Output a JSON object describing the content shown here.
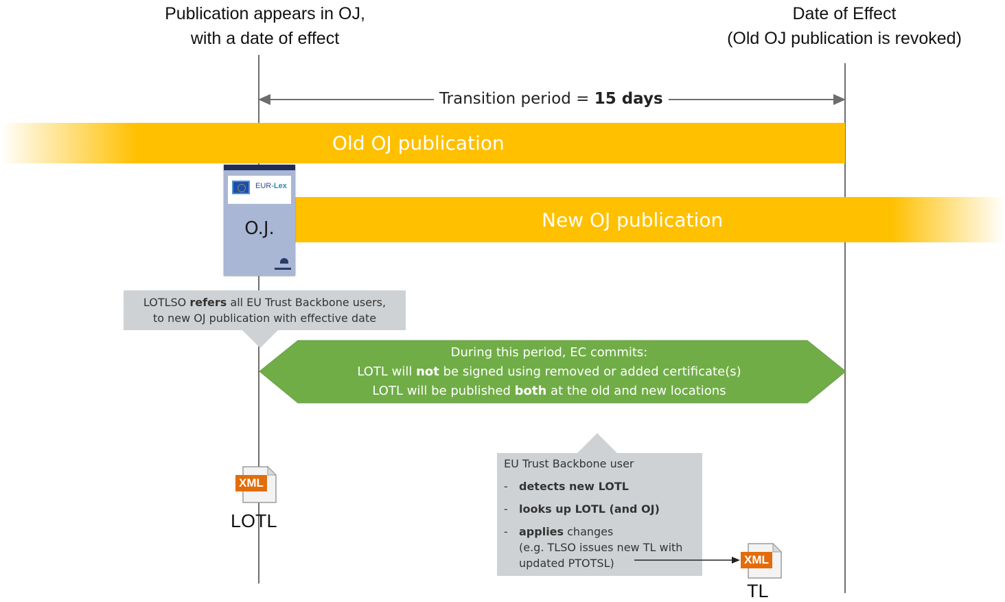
{
  "headers": {
    "left_line1": "Publication appears in OJ,",
    "left_line2": "with a date of effect",
    "right_line1": "Date of Effect",
    "right_line2": "(Old OJ publication is revoked)"
  },
  "transition": {
    "prefix": "Transition period = ",
    "value": "15 days"
  },
  "bands": {
    "old_label": "Old OJ publication",
    "new_label": "New OJ publication"
  },
  "oj_doc": {
    "brand_prefix": "EUR-",
    "brand_suffix": "Lex",
    "title": "O.J."
  },
  "lotlso_note": {
    "pre": "LOTLSO ",
    "bold": "refers",
    "post": " all EU Trust Backbone users,",
    "line2": "to new OJ publication with effective date"
  },
  "commit": {
    "line1": "During this period, EC commits:",
    "line2_pre": "LOTL will ",
    "line2_bold": "not",
    "line2_post": " be signed using removed or added certificate(s)",
    "line3_pre": "LOTL will be published ",
    "line3_bold": "both",
    "line3_post": " at the old and new locations"
  },
  "user_box": {
    "title": "EU Trust Backbone user",
    "dash": "-",
    "item1": "detects new LOTL",
    "item2": "looks up LOTL (and OJ)",
    "item3_bold": "applies",
    "item3_rest": " changes",
    "item3_line2": "(e.g. TLSO issues new TL with",
    "item3_line3": "updated PTOTSL)"
  },
  "files": {
    "xml_badge": "XML",
    "lotl_label": "LOTL",
    "tl_label": "TL"
  },
  "colors": {
    "band": "#ffc000",
    "green": "#70ad47",
    "gray_box": "#cfd2d4",
    "line": "#6d6d6d",
    "xml_orange": "#e36c0a"
  }
}
